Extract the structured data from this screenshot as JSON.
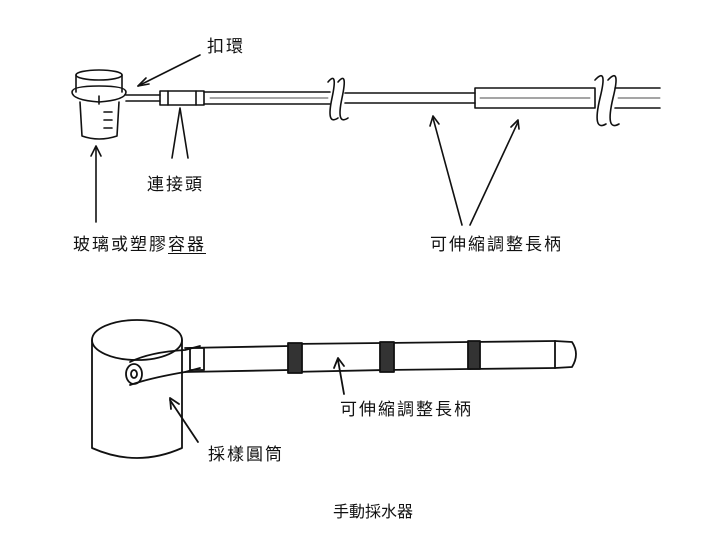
{
  "top_diagram": {
    "label_ring": "扣環",
    "label_connector": "連接頭",
    "label_container_prefix": "玻璃或塑膠",
    "label_container_suffix": "容器",
    "label_handle": "可伸縮調整長柄"
  },
  "bottom_diagram": {
    "label_handle": "可伸縮調整長柄",
    "label_cylinder": "採樣圓筒"
  },
  "caption": "手動採水器"
}
